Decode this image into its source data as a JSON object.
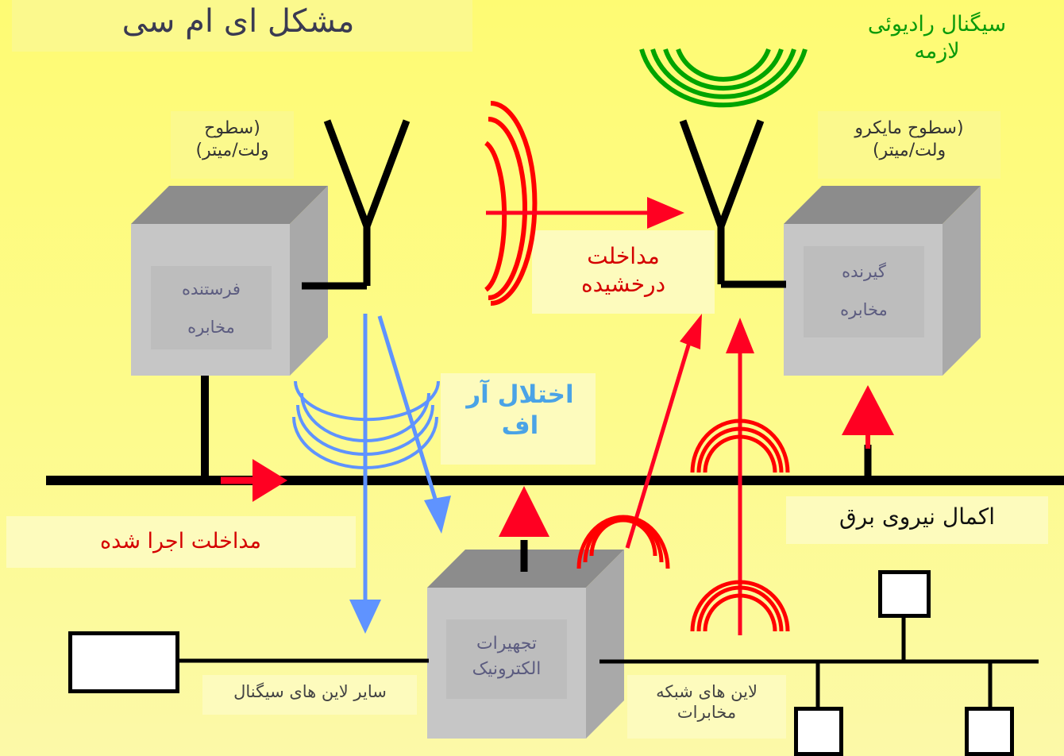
{
  "title": "مشکل ای ام سی",
  "radio_signal_label": "سیگنال رادیوئی لازمه",
  "radio_signal_line1": "سیگنال رادیوئی",
  "radio_signal_line2": "لازمه",
  "transmitter_levels_line1": "(سطوح",
  "transmitter_levels_line2": "ولت/میتر)",
  "receiver_levels_line1": "(سطوح مایکرو",
  "receiver_levels_line2": "ولت/میتر)",
  "transmitter_line1": "فرستنده",
  "transmitter_line2": "مخابره",
  "receiver_line1": "گیرنده",
  "receiver_line2": "مخابره",
  "radiated_interference_line1": "مداخلت",
  "radiated_interference_line2": "درخشیده",
  "rf_disturbance_line1": "اختلال آر",
  "rf_disturbance_line2": "اف",
  "power_network": "اکمال نیروی برق",
  "conducted_interference": "مداخلت اجرا شده",
  "electronic_equipment_line1": "تجهیرات",
  "electronic_equipment_line2": "الکترونیک",
  "other_signal_lines": "سایر لاین های سیگنال",
  "telecom_lines_line1": "لاین های شبکه",
  "telecom_lines_line2": "مخابرات",
  "colors": {
    "background": "#fefb73",
    "red_arrow": "#ff0022",
    "red_waves": "#ff0000",
    "blue": "#5f93ff",
    "green": "#00a400",
    "box_front": "#c6c6c6",
    "box_top": "#8c8c8c",
    "box_side": "#a9a9a9"
  }
}
